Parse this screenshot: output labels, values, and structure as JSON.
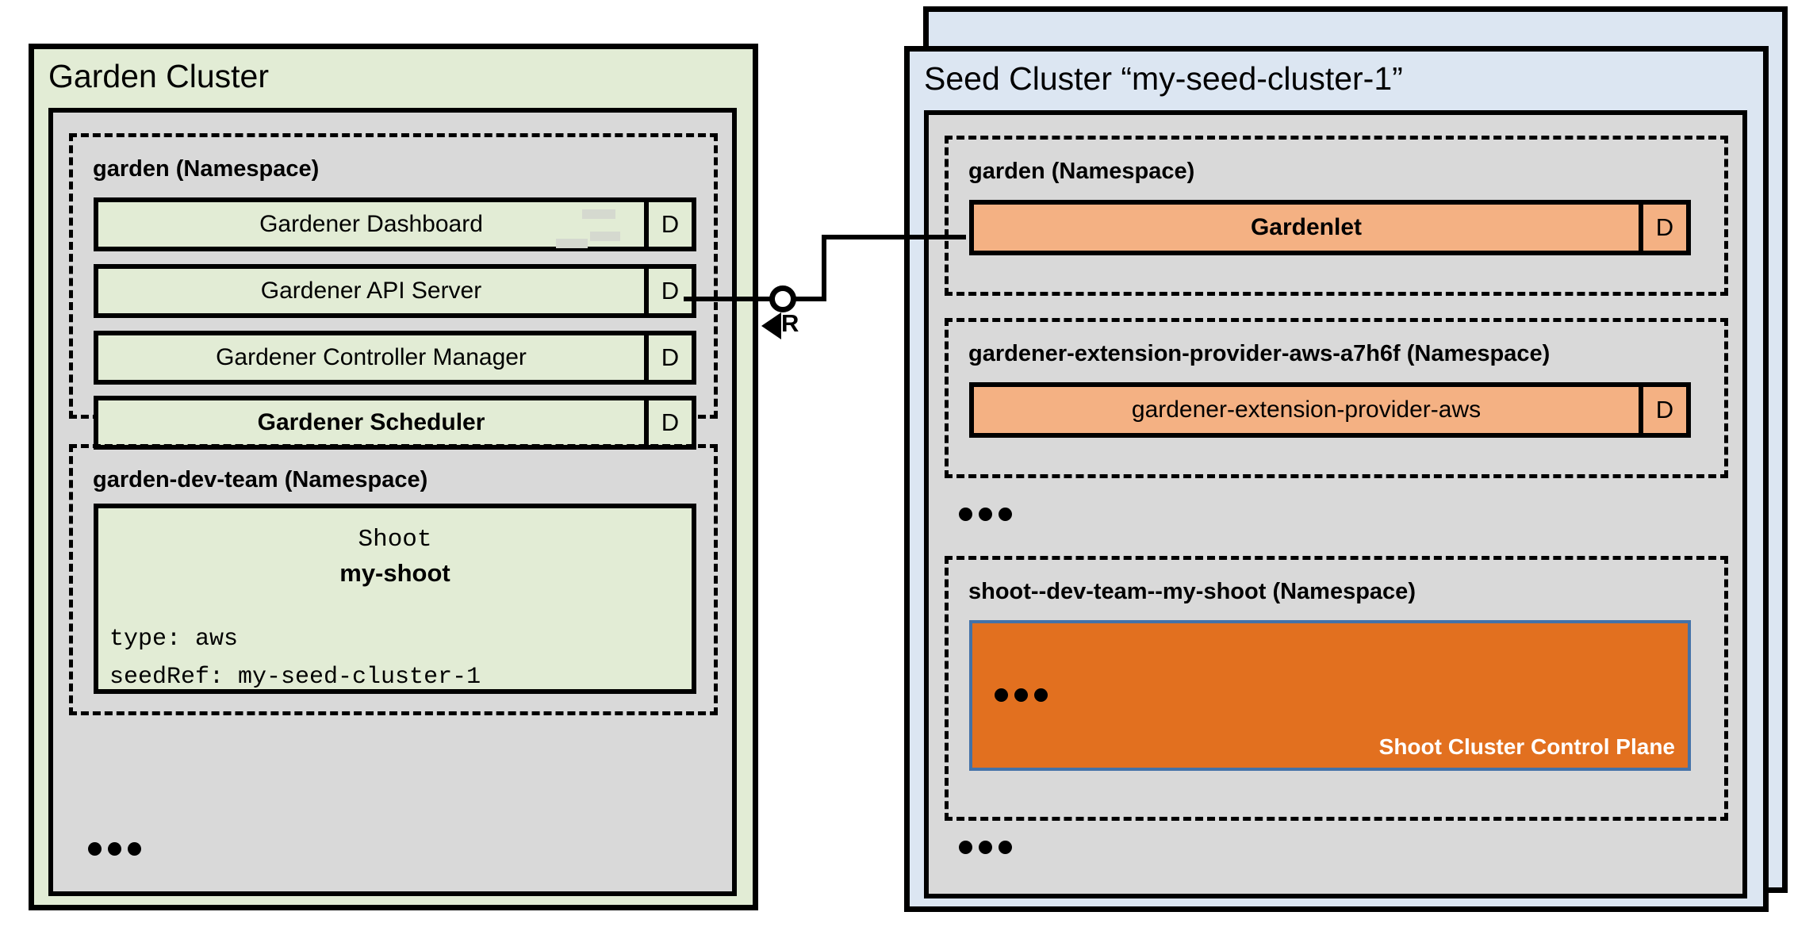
{
  "diagram": {
    "title_garden": "Garden Cluster",
    "title_seed": "Seed Cluster “my-seed-cluster-1”",
    "colors": {
      "garden_cluster_fill": "#e2ecd5",
      "seed_cluster_fill": "#dce6f2",
      "panel_fill": "#d9d9d9",
      "gardener_component_fill": "#e2ecd5",
      "seed_component_fill": "#f4b183",
      "control_plane_fill": "#e2701f",
      "control_plane_border": "#4472a8",
      "stroke": "#000000"
    }
  },
  "garden_cluster": {
    "title": "Garden Cluster",
    "namespaces": [
      {
        "title": "garden (Namespace)",
        "components": [
          {
            "label": "Gardener Dashboard",
            "badge": "D",
            "bold": false
          },
          {
            "label": "Gardener API Server",
            "badge": "D",
            "bold": false
          },
          {
            "label": "Gardener Controller Manager",
            "badge": "D",
            "bold": false
          },
          {
            "label": "Gardener Scheduler",
            "badge": "D",
            "bold": true
          }
        ]
      },
      {
        "title": "garden-dev-team (Namespace)",
        "resource": {
          "kind": "Shoot",
          "name": "my-shoot",
          "spec_lines": [
            "type: aws",
            "seedRef: my-seed-cluster-1"
          ]
        }
      }
    ],
    "more_indicator": "•••"
  },
  "seed_cluster": {
    "title": "Seed Cluster “my-seed-cluster-1”",
    "namespaces": [
      {
        "title": "garden (Namespace)",
        "components": [
          {
            "label": "Gardenlet",
            "badge": "D",
            "bold": true
          }
        ]
      },
      {
        "title": "gardener-extension-provider-aws-a7h6f (Namespace)",
        "components": [
          {
            "label": "gardener-extension-provider-aws",
            "badge": "D",
            "bold": false
          }
        ]
      },
      {
        "title": "shoot--dev-team--my-shoot (Namespace)",
        "control_plane": {
          "caption": "Shoot Cluster Control Plane",
          "more_indicator": "•••"
        }
      }
    ],
    "more_indicator_middle": "•••",
    "more_indicator_bottom": "•••"
  },
  "connector": {
    "label": "R",
    "from": "Gardener API Server",
    "to": "Gardenlet"
  }
}
